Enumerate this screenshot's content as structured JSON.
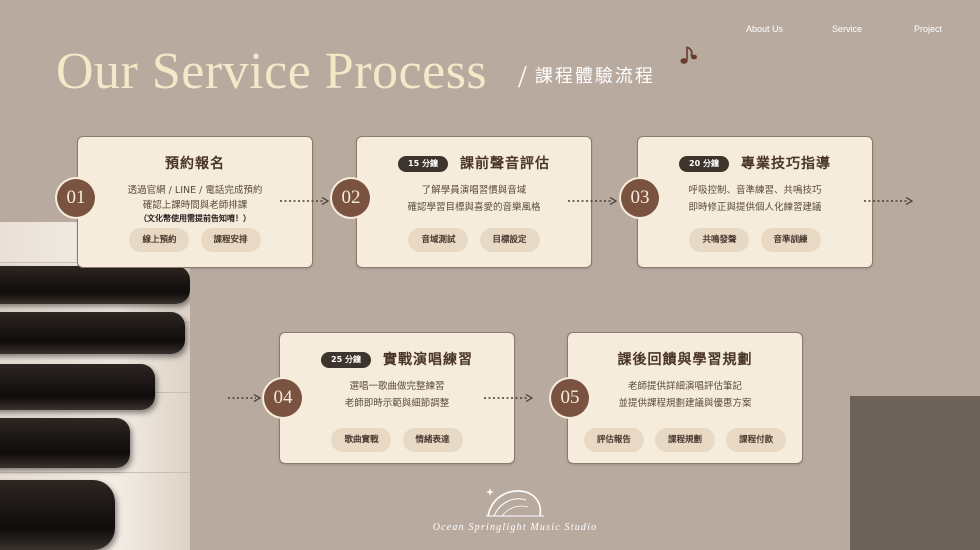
{
  "nav": {
    "items": [
      "About Us",
      "Service",
      "Project"
    ]
  },
  "header": {
    "title": "Our Service Process",
    "slash": "/",
    "subtitle": "課程體驗流程"
  },
  "steps": [
    {
      "number": "01",
      "badge": "",
      "title": "預約報名",
      "lines": [
        "透過官網 / LINE / 電話完成預約",
        "確認上課時間與老師排課"
      ],
      "note": "（文化幣使用需提前告知唷！）",
      "chips": [
        "線上預約",
        "課程安排"
      ]
    },
    {
      "number": "02",
      "badge": "15 分鐘",
      "title": "課前聲音評估",
      "lines": [
        "了解學員演唱習慣與音域",
        "確認學習目標與喜愛的音樂風格"
      ],
      "note": "",
      "chips": [
        "音域測試",
        "目標設定"
      ]
    },
    {
      "number": "03",
      "badge": "20 分鐘",
      "title": "專業技巧指導",
      "lines": [
        "呼吸控制、音準練習、共鳴技巧",
        "即時修正與提供個人化練習建議"
      ],
      "note": "",
      "chips": [
        "共鳴發聲",
        "音準訓練"
      ]
    },
    {
      "number": "04",
      "badge": "25 分鐘",
      "title": "實戰演唱練習",
      "lines": [
        "選唱一歌曲做完整練習",
        "老師即時示範與細節調整"
      ],
      "note": "",
      "chips": [
        "歌曲實戰",
        "情緒表達"
      ]
    },
    {
      "number": "05",
      "badge": "",
      "title": "課後回饋與學習規劃",
      "lines": [
        "老師提供詳細演唱評估筆記",
        "並提供課程規劃建議與優惠方案"
      ],
      "note": "",
      "chips": [
        "評估報告",
        "課程規劃",
        "課程付款"
      ]
    }
  ],
  "footer": {
    "brand": "Ocean Springlight Music Studio"
  },
  "colors": {
    "background": "#b9aaa0",
    "card": "#f6ecdb",
    "number": "#7a5240",
    "badge": "#3e342e",
    "title": "#f5e8c8"
  }
}
